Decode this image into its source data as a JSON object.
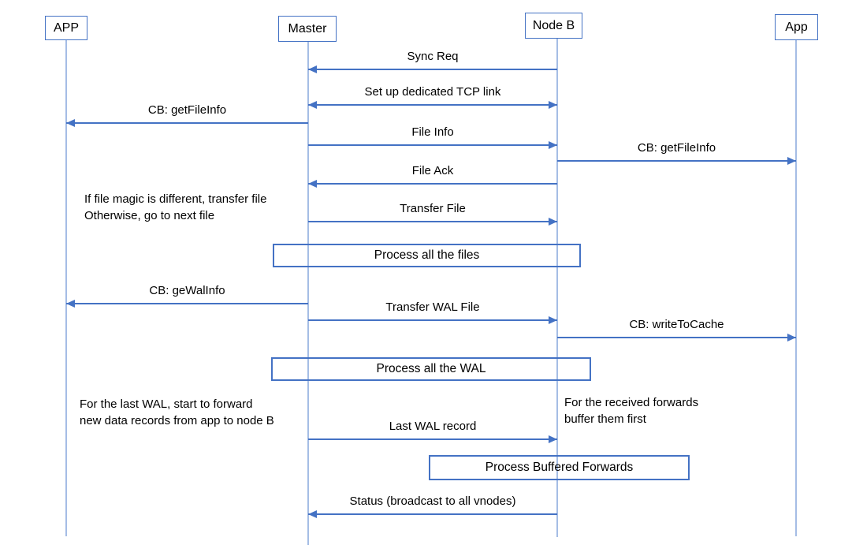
{
  "diagram": {
    "type": "sequence-diagram",
    "participants": [
      {
        "id": "app-left",
        "name": "APP"
      },
      {
        "id": "master",
        "name": "Master"
      },
      {
        "id": "node-b",
        "name": "Node B"
      },
      {
        "id": "app-right",
        "name": "App"
      }
    ],
    "messages": [
      {
        "label": "Sync Req",
        "from": "Node B",
        "to": "Master",
        "direction": "left"
      },
      {
        "label": "Set up dedicated TCP link",
        "from": "Master",
        "to": "Node B",
        "direction": "both"
      },
      {
        "label": "CB: getFileInfo",
        "from": "Master",
        "to": "APP",
        "direction": "left"
      },
      {
        "label": "File Info",
        "from": "Master",
        "to": "Node B",
        "direction": "right"
      },
      {
        "label": "CB: getFileInfo",
        "from": "Node B",
        "to": "App",
        "direction": "right"
      },
      {
        "label": "File Ack",
        "from": "Node B",
        "to": "Master",
        "direction": "left"
      },
      {
        "label": "Transfer File",
        "from": "Master",
        "to": "Node B",
        "direction": "right"
      },
      {
        "label": "CB: geWalInfo",
        "from": "Master",
        "to": "APP",
        "direction": "left"
      },
      {
        "label": "Transfer WAL File",
        "from": "Master",
        "to": "Node B",
        "direction": "right"
      },
      {
        "label": "CB: writeToCache",
        "from": "Node B",
        "to": "App",
        "direction": "right"
      },
      {
        "label": "Last WAL record",
        "from": "Master",
        "to": "Node B",
        "direction": "right"
      },
      {
        "label": "Status (broadcast to all vnodes)",
        "from": "Node B",
        "to": "Master",
        "direction": "left"
      }
    ],
    "process_boxes": [
      {
        "label": "Process all the files"
      },
      {
        "label": "Process all the WAL"
      },
      {
        "label": "Process Buffered Forwards"
      }
    ],
    "notes": [
      {
        "line1": "If file magic is different, transfer file",
        "line2": "Otherwise, go to next file"
      },
      {
        "line1": "For the last WAL, start to forward",
        "line2": "new data records from app to node B"
      },
      {
        "line1": "For the received forwards",
        "line2": "buffer them first"
      }
    ],
    "colors": {
      "arrow": "#4472C4",
      "lifeline": "#A5BDE5",
      "box_border": "#4472C4",
      "text": "#000000"
    }
  }
}
